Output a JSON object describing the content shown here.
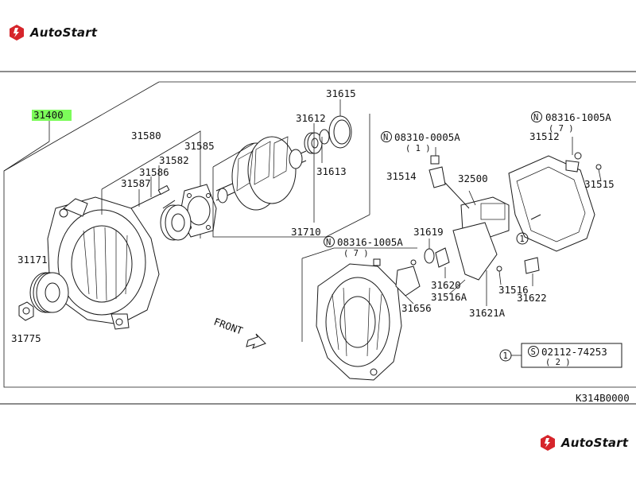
{
  "brand": {
    "name": "AutoStart",
    "accent": "#d6252b"
  },
  "diagram": {
    "highlight_color": "#7CFC5A",
    "main_part": "31400",
    "parts": [
      {
        "key": "p31580",
        "num": "31580"
      },
      {
        "key": "p31585",
        "num": "31585"
      },
      {
        "key": "p31582",
        "num": "31582"
      },
      {
        "key": "p31586",
        "num": "31586"
      },
      {
        "key": "p31587",
        "num": "31587"
      },
      {
        "key": "p31171",
        "num": "31171"
      },
      {
        "key": "p31775",
        "num": "31775"
      },
      {
        "key": "p31612",
        "num": "31612"
      },
      {
        "key": "p31615",
        "num": "31615"
      },
      {
        "key": "p31613",
        "num": "31613"
      },
      {
        "key": "p31710",
        "num": "31710"
      },
      {
        "key": "p31514",
        "num": "31514"
      },
      {
        "key": "p32500",
        "num": "32500"
      },
      {
        "key": "p31512",
        "num": "31512"
      },
      {
        "key": "p31515",
        "num": "31515"
      },
      {
        "key": "p31619",
        "num": "31619"
      },
      {
        "key": "p31620",
        "num": "31620"
      },
      {
        "key": "p31516A",
        "num": "31516A"
      },
      {
        "key": "p31656",
        "num": "31656"
      },
      {
        "key": "p31516",
        "num": "31516"
      },
      {
        "key": "p31622",
        "num": "31622"
      },
      {
        "key": "p31621A",
        "num": "31621A"
      }
    ],
    "fasteners": [
      {
        "num": "08310-0005A",
        "qty": "( 1 )",
        "prefix": "N"
      },
      {
        "num": "08316-1005A",
        "qty": "( 7 )",
        "prefix": "N"
      },
      {
        "num": "08316-1005A",
        "qty": "( 7 )",
        "prefix": "N"
      }
    ],
    "legend": {
      "marker": "1",
      "prefix": "S",
      "num": "02112-74253",
      "qty": "( 2 )"
    },
    "front_label": "FRONT",
    "ref_marker": "1",
    "diagram_code": "K314B0000"
  }
}
